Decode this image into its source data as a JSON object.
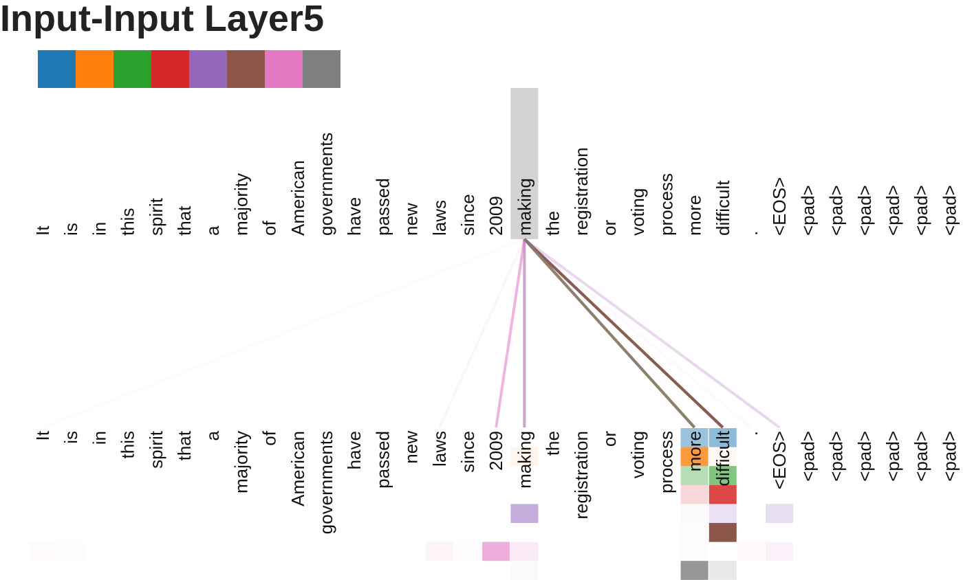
{
  "title": "Input-Input Layer5",
  "head_colors": [
    "#1f77b4",
    "#ff7f0e",
    "#2ca02c",
    "#d62728",
    "#9467bd",
    "#8c564b",
    "#e377c2",
    "#7f7f7f"
  ],
  "tokens_top": [
    "It",
    "is",
    "in",
    "this",
    "spirit",
    "that",
    "a",
    "majority",
    "of",
    "American",
    "governments",
    "have",
    "passed",
    "new",
    "laws",
    "since",
    "2009",
    "making",
    "the",
    "registration",
    "or",
    "voting",
    "process",
    "more",
    "difficult",
    ".",
    "<EOS>",
    "<pad>",
    "<pad>",
    "<pad>",
    "<pad>",
    "<pad>",
    "<pad>"
  ],
  "tokens_bottom": [
    "It",
    "is",
    "in",
    "this",
    "spirit",
    "that",
    "a",
    "majority",
    "of",
    "American",
    "governments",
    "have",
    "passed",
    "new",
    "laws",
    "since",
    "2009",
    "making",
    "the",
    "registration",
    "or",
    "voting",
    "process",
    "more",
    "difficult",
    ".",
    "<EOS>",
    "<pad>",
    "<pad>",
    "<pad>",
    "<pad>",
    "<pad>",
    "<pad>"
  ],
  "selected_token": "making",
  "attention": [
    {
      "head": 0,
      "to": "more",
      "weight": 0.45
    },
    {
      "head": 0,
      "to": "difficult",
      "weight": 0.5
    },
    {
      "head": 1,
      "to": "making",
      "weight": 0.08
    },
    {
      "head": 1,
      "to": "more",
      "weight": 0.8
    },
    {
      "head": 1,
      "to": "difficult",
      "weight": 0.05
    },
    {
      "head": 2,
      "to": "more",
      "weight": 0.35
    },
    {
      "head": 2,
      "to": "difficult",
      "weight": 0.6
    },
    {
      "head": 3,
      "to": "more",
      "weight": 0.18
    },
    {
      "head": 3,
      "to": "difficult",
      "weight": 0.85
    },
    {
      "head": 4,
      "to": "making",
      "weight": 0.55
    },
    {
      "head": 4,
      "to": "more",
      "weight": 0.04
    },
    {
      "head": 4,
      "to": "difficult",
      "weight": 0.2
    },
    {
      "head": 4,
      "to": "<EOS>",
      "weight": 0.22
    },
    {
      "head": 5,
      "to": "more",
      "weight": 0.02
    },
    {
      "head": 5,
      "to": "difficult",
      "weight": 1.0
    },
    {
      "head": 6,
      "to": "It",
      "weight": 0.04
    },
    {
      "head": 6,
      "to": "is",
      "weight": 0.02
    },
    {
      "head": 6,
      "to": "laws",
      "weight": 0.08
    },
    {
      "head": 6,
      "to": "since",
      "weight": 0.02
    },
    {
      "head": 6,
      "to": "2009",
      "weight": 0.6
    },
    {
      "head": 6,
      "to": "making",
      "weight": 0.15
    },
    {
      "head": 6,
      "to": "more",
      "weight": 0.03
    },
    {
      "head": 6,
      "to": ".",
      "weight": 0.05
    },
    {
      "head": 6,
      "to": "<EOS>",
      "weight": 0.1
    },
    {
      "head": 7,
      "to": "making",
      "weight": 0.04
    },
    {
      "head": 7,
      "to": "more",
      "weight": 0.82
    },
    {
      "head": 7,
      "to": "difficult",
      "weight": 0.18
    }
  ]
}
